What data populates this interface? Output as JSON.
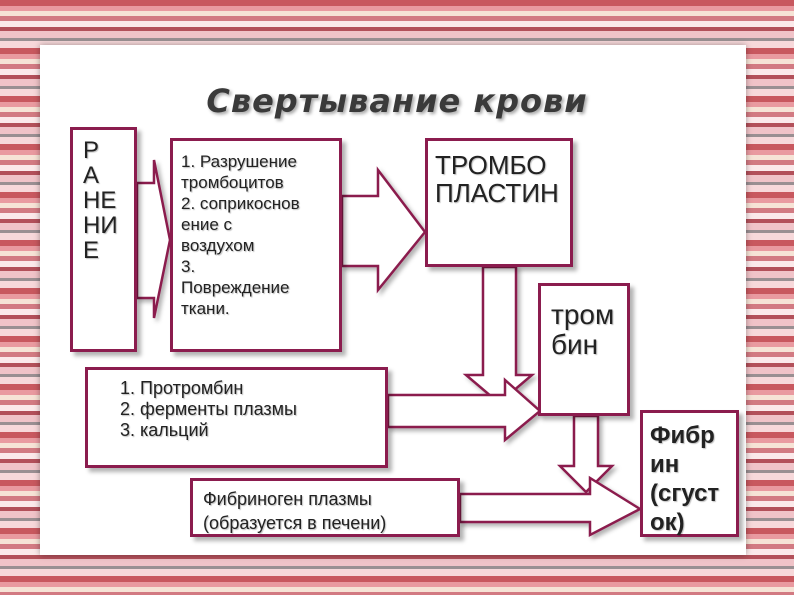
{
  "title": "Свертывание крови",
  "ranenie": {
    "lines": [
      "Р",
      "А",
      "НЕ",
      "НИ",
      "Е"
    ]
  },
  "causes": {
    "lines": [
      "1. Разрушение",
      "тромбоцитов",
      "2. соприкоснов",
      "ение с",
      "воздухом",
      "3.",
      "Повреждение",
      "ткани."
    ]
  },
  "tromboplastin": {
    "lines": [
      "ТРОМБО",
      "ПЛАСТИН"
    ]
  },
  "trombin": {
    "lines": [
      "тром",
      "бин"
    ]
  },
  "factors": {
    "lines": [
      "1. Протромбин",
      "2. ферменты плазмы",
      "3. кальций"
    ]
  },
  "fibrinogen": {
    "lines": [
      "Фибриноген плазмы",
      "(образуется в печени)"
    ]
  },
  "fibrin": {
    "lines": [
      "Фибр",
      "ин",
      "(сгуст",
      "ок)"
    ]
  },
  "colors": {
    "border": "#8b1c4e",
    "text": "#222222",
    "background_stripes": "#c8585f"
  }
}
